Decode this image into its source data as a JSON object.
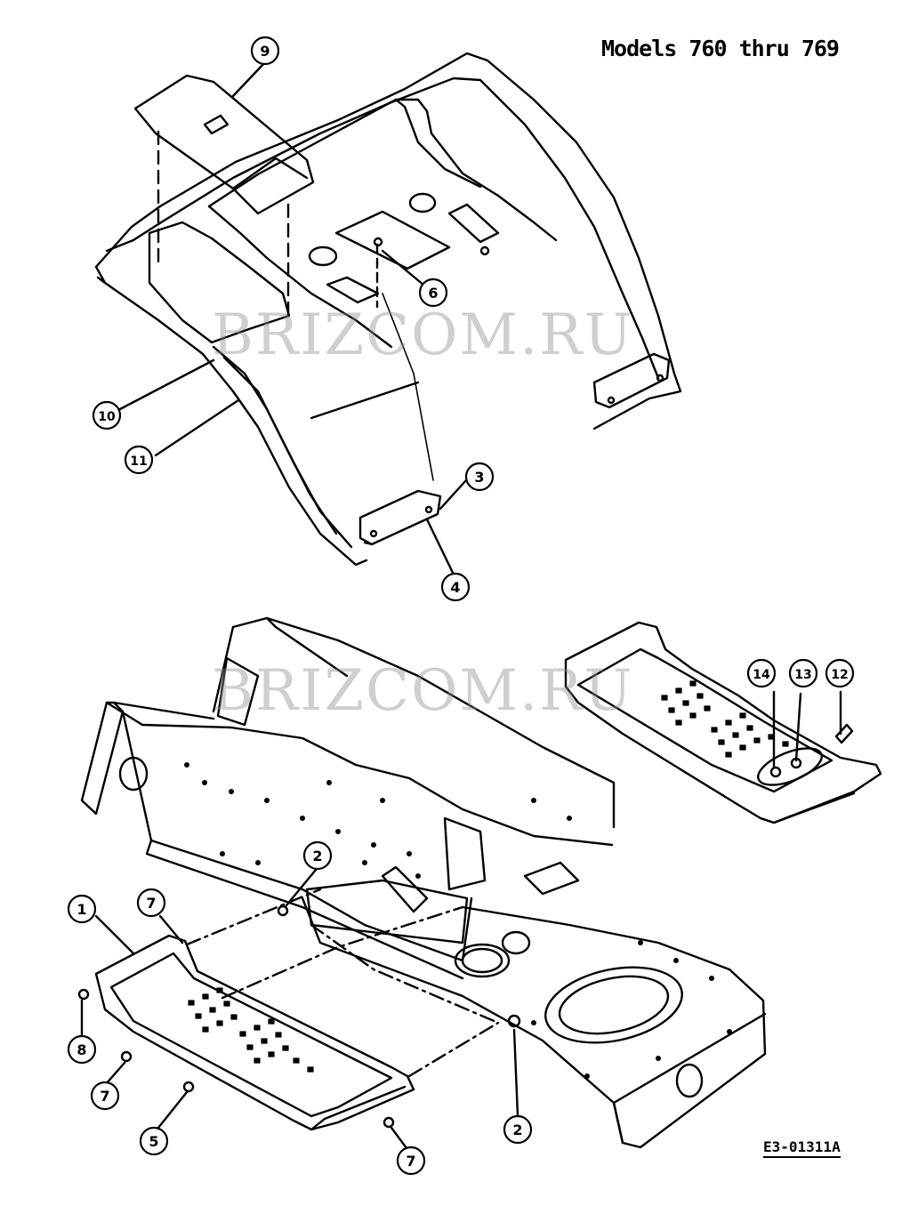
{
  "header": {
    "title": "Models 760 thru 769"
  },
  "footer": {
    "drawing_code": "E3-01311A"
  },
  "watermark": {
    "text": "BRIZCOM.RU"
  },
  "callouts": [
    {
      "label": "9"
    },
    {
      "label": "6"
    },
    {
      "label": "10"
    },
    {
      "label": "11"
    },
    {
      "label": "3"
    },
    {
      "label": "4"
    },
    {
      "label": "14"
    },
    {
      "label": "13"
    },
    {
      "label": "12"
    },
    {
      "label": "2"
    },
    {
      "label": "1"
    },
    {
      "label": "7"
    },
    {
      "label": "8"
    },
    {
      "label": "7"
    },
    {
      "label": "5"
    },
    {
      "label": "7"
    },
    {
      "label": "2"
    }
  ],
  "colors": {
    "ink": "#000000",
    "paper": "#ffffff",
    "watermark": "#8c8c8c"
  }
}
